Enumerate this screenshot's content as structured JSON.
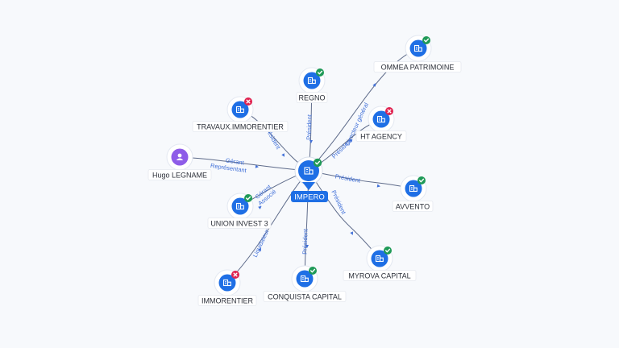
{
  "graph": {
    "center": {
      "label": "IMPERO",
      "icon": "building-icon",
      "status": "active"
    },
    "nodes": [
      {
        "id": "regno",
        "label": "REGNO",
        "type": "company",
        "status": "active"
      },
      {
        "id": "ommea",
        "label": "OMMEA PATRIMOINE",
        "type": "company",
        "status": "active"
      },
      {
        "id": "travaux",
        "label": "TRAVAUX.IMMORENTIER",
        "type": "company",
        "status": "closed"
      },
      {
        "id": "htagency",
        "label": "HT AGENCY",
        "type": "company",
        "status": "closed"
      },
      {
        "id": "hugo",
        "label": "Hugo LEGNAME",
        "type": "person",
        "status": "none"
      },
      {
        "id": "avvento",
        "label": "AVVENTO",
        "type": "company",
        "status": "active"
      },
      {
        "id": "union",
        "label": "UNION INVEST 3",
        "type": "company",
        "status": "active"
      },
      {
        "id": "myrova",
        "label": "MYROVA CAPITAL",
        "type": "company",
        "status": "active"
      },
      {
        "id": "immorentier",
        "label": "IMMORENTIER",
        "type": "company",
        "status": "closed"
      },
      {
        "id": "conquista",
        "label": "CONQUISTA CAPITAL",
        "type": "company",
        "status": "active"
      }
    ],
    "edges": [
      {
        "to": "regno",
        "labels": [
          "Président"
        ]
      },
      {
        "to": "ommea",
        "labels": [
          "Directeur général"
        ]
      },
      {
        "to": "htagency",
        "labels": [
          "Président"
        ]
      },
      {
        "to": "travaux",
        "labels": [
          "Président"
        ]
      },
      {
        "to": "hugo",
        "labels": [
          "Gérant",
          "Représentant"
        ]
      },
      {
        "to": "avvento",
        "labels": [
          "Président"
        ]
      },
      {
        "to": "union",
        "labels": [
          "Gérant",
          "Associé"
        ]
      },
      {
        "to": "myrova",
        "labels": [
          "Président"
        ]
      },
      {
        "to": "immorentier",
        "labels": [
          "Liquidateur"
        ]
      },
      {
        "to": "conquista",
        "labels": [
          "Président"
        ]
      }
    ]
  },
  "colors": {
    "accent": "#1f6fe5",
    "active": "#1f9a57",
    "closed": "#e0224f",
    "person": "#8e5ce8",
    "edge_label": "#3f6fd8"
  }
}
